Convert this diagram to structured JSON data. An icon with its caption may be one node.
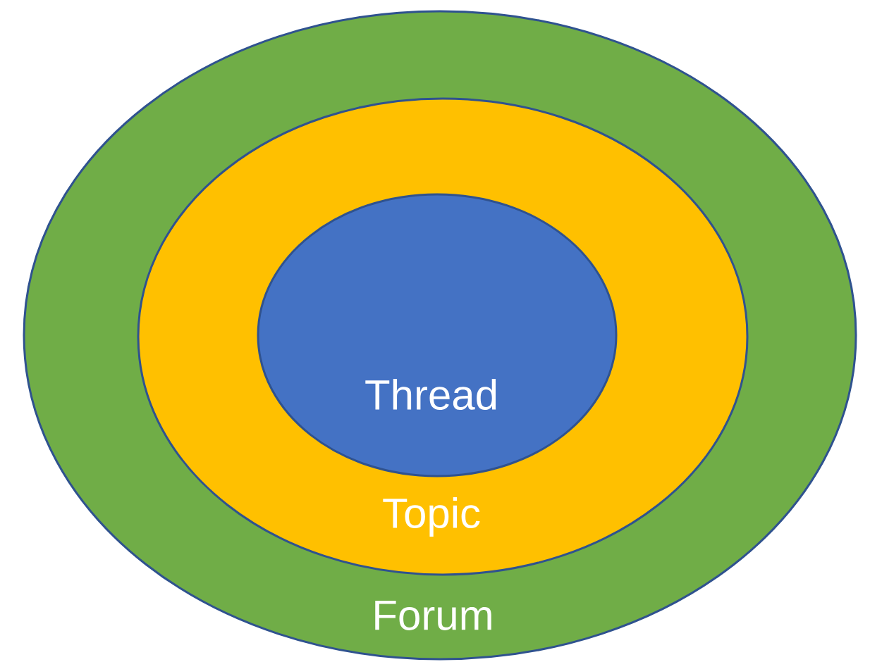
{
  "diagram": {
    "nodes": [
      {
        "text": [
          "Forum"
        ]
      },
      {
        "text": [
          "Topic"
        ],
        "in": 0
      },
      {
        "text": [
          "Thread"
        ],
        "in": 1
      }
    ]
  }
}
